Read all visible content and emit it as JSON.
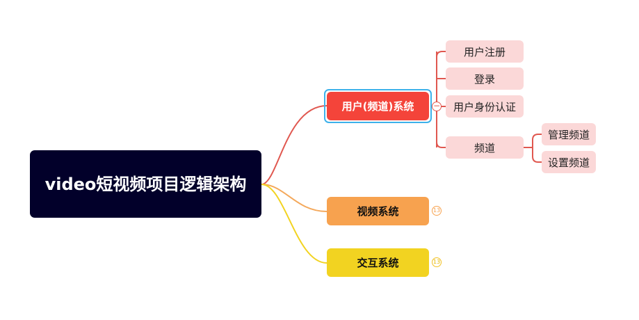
{
  "root": {
    "label": "video短视频项目逻辑架构"
  },
  "branches": {
    "user": {
      "label": "用户(频道)系统",
      "color": "#f4443a",
      "collapse_symbol": "−",
      "children": [
        {
          "label": "用户注册"
        },
        {
          "label": "登录"
        },
        {
          "label": "用户身份认证"
        },
        {
          "label": "频道",
          "children": [
            {
              "label": "管理频道"
            },
            {
              "label": "设置频道"
            }
          ]
        }
      ]
    },
    "video": {
      "label": "视频系统",
      "color": "#f7a24f",
      "badge": "13"
    },
    "interact": {
      "label": "交互系统",
      "color": "#f2d321",
      "badge": "13"
    }
  },
  "colors": {
    "root_bg": "#02002a",
    "leaf_bg": "#fbd8d8",
    "selection_border": "#3db1ea",
    "user_link": "#e0574f",
    "video_link": "#f4a85b",
    "interact_link": "#f2d321"
  }
}
